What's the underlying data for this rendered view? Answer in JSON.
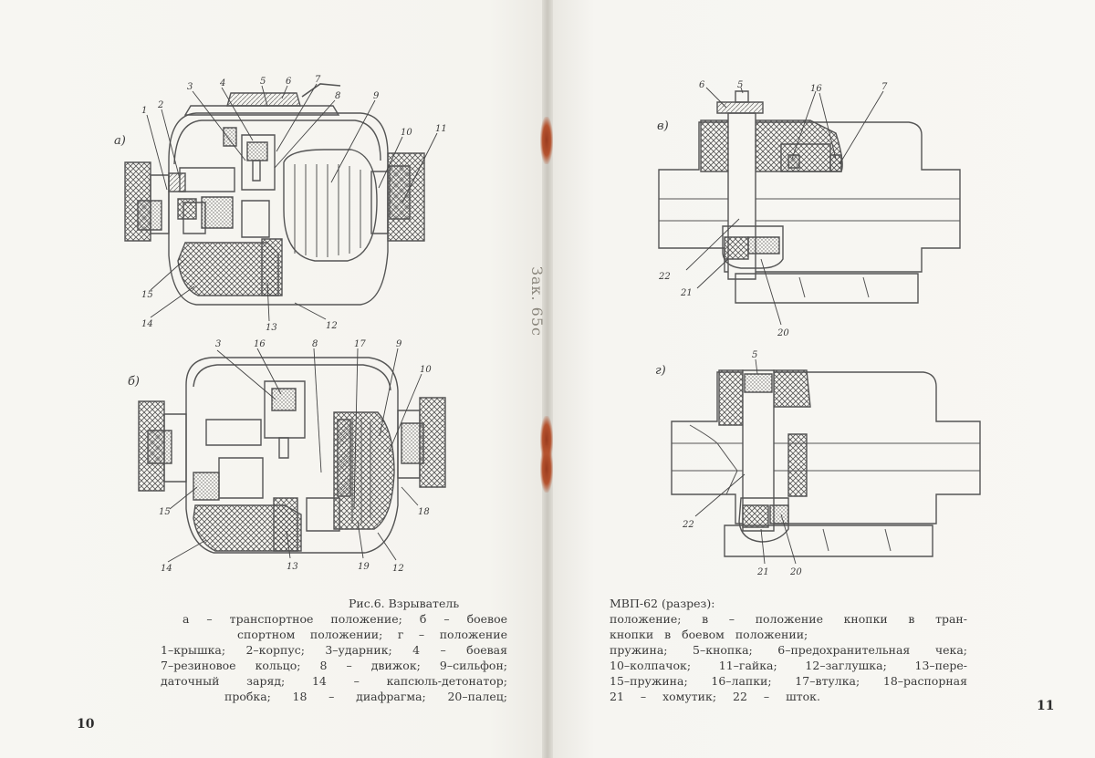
{
  "page_numbers": {
    "left": "10",
    "right": "11"
  },
  "handwritten_note": "Зак. 65с",
  "views": {
    "a": "а)",
    "b": "б)",
    "v": "в)",
    "g": "г)"
  },
  "labels": {
    "a": [
      "1",
      "2",
      "3",
      "4",
      "5",
      "6",
      "7",
      "8",
      "9",
      "10",
      "11",
      "12",
      "13",
      "14",
      "15"
    ],
    "b": [
      "3",
      "16",
      "8",
      "17",
      "9",
      "10",
      "15",
      "14",
      "13",
      "19",
      "12",
      "18"
    ],
    "v": [
      "6",
      "5",
      "16",
      "7",
      "22",
      "21",
      "20"
    ],
    "g": [
      "5",
      "22",
      "21",
      "20"
    ]
  },
  "caption": {
    "title": "Рис.6.   Взрыватель",
    "title_continued": "МВП-62 (разрез):",
    "left_lines": [
      "а – транспортное положение; б – боевое",
      "спортном положении; г – положение",
      "1–крышка; 2–корпус; 3–ударник; 4 – боевая",
      "7–резиновое кольцо; 8 – движок; 9–сильфон;",
      "даточный заряд; 14 – капсюль-детонатор;",
      "пробка; 18 – диафрагма; 20–палец;"
    ],
    "right_lines": [
      "положение; в – положение кнопки в тран-",
      "кнопки в боевом положении;",
      "пружина; 5–кнопка; 6–предохранительная чека;",
      "10–колпачок; 11–гайка; 12–заглушка; 13–пере-",
      "15–пружина; 16–лапки; 17–втулка; 18–распорная",
      "21 – хомутик; 22 – шток."
    ]
  }
}
